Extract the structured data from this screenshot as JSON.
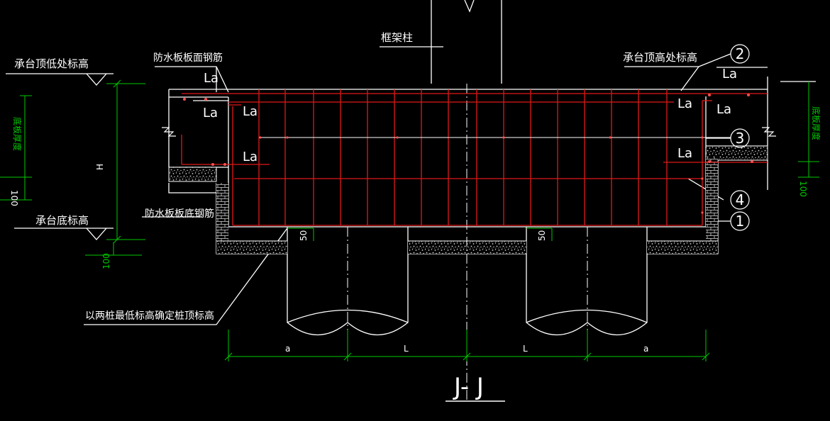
{
  "labels": {
    "top_left_elev": "承台顶低处标高",
    "bottom_left_elev": "承台底标高",
    "top_right_elev": "承台顶高处标高",
    "column": "框架柱",
    "wp_top_rebar": "防水板板面钢筋",
    "wp_bot_rebar": "防水板板底钢筋",
    "pile_note": "以两桩最低标高确定桩顶标高",
    "wp_thick_left": "底板厚度",
    "wp_thick_right": "底板厚度",
    "section_title": "J- J"
  },
  "dims": {
    "H": "H",
    "d100_left_top": "100",
    "d100_left_bot": "100",
    "d100_right": "100",
    "d50_left": "50",
    "d50_right": "50",
    "a_left": "a",
    "L_left": "L",
    "L_right": "L",
    "a_right": "a"
  },
  "la_labels": [
    "La",
    "La",
    "La",
    "La",
    "La",
    "La",
    "La",
    "La"
  ],
  "callouts": [
    "2",
    "3",
    "4",
    "1"
  ],
  "colors": {
    "line": "#ffffff",
    "rebar": "#e01818",
    "dimension": "#00c800",
    "background": "#000000"
  }
}
